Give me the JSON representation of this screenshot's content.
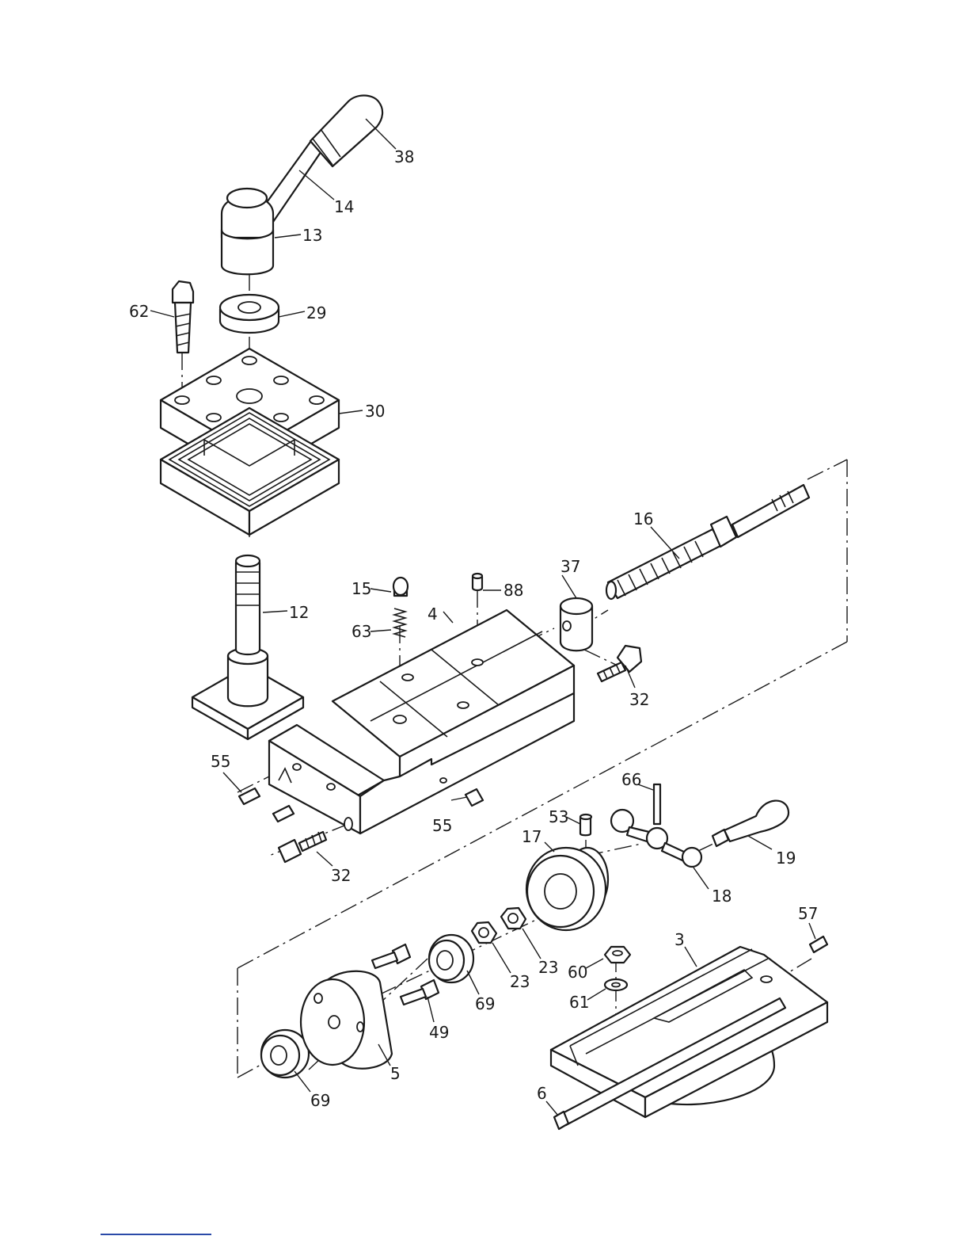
{
  "diagram": {
    "part_labels": [
      "38",
      "14",
      "13",
      "62",
      "29",
      "30",
      "16",
      "37",
      "15",
      "88",
      "4",
      "63",
      "12",
      "32",
      "55",
      "55",
      "32",
      "66",
      "53",
      "17",
      "19",
      "18",
      "23",
      "23",
      "57",
      "3",
      "69",
      "60",
      "61",
      "49",
      "5",
      "69",
      "6"
    ]
  }
}
